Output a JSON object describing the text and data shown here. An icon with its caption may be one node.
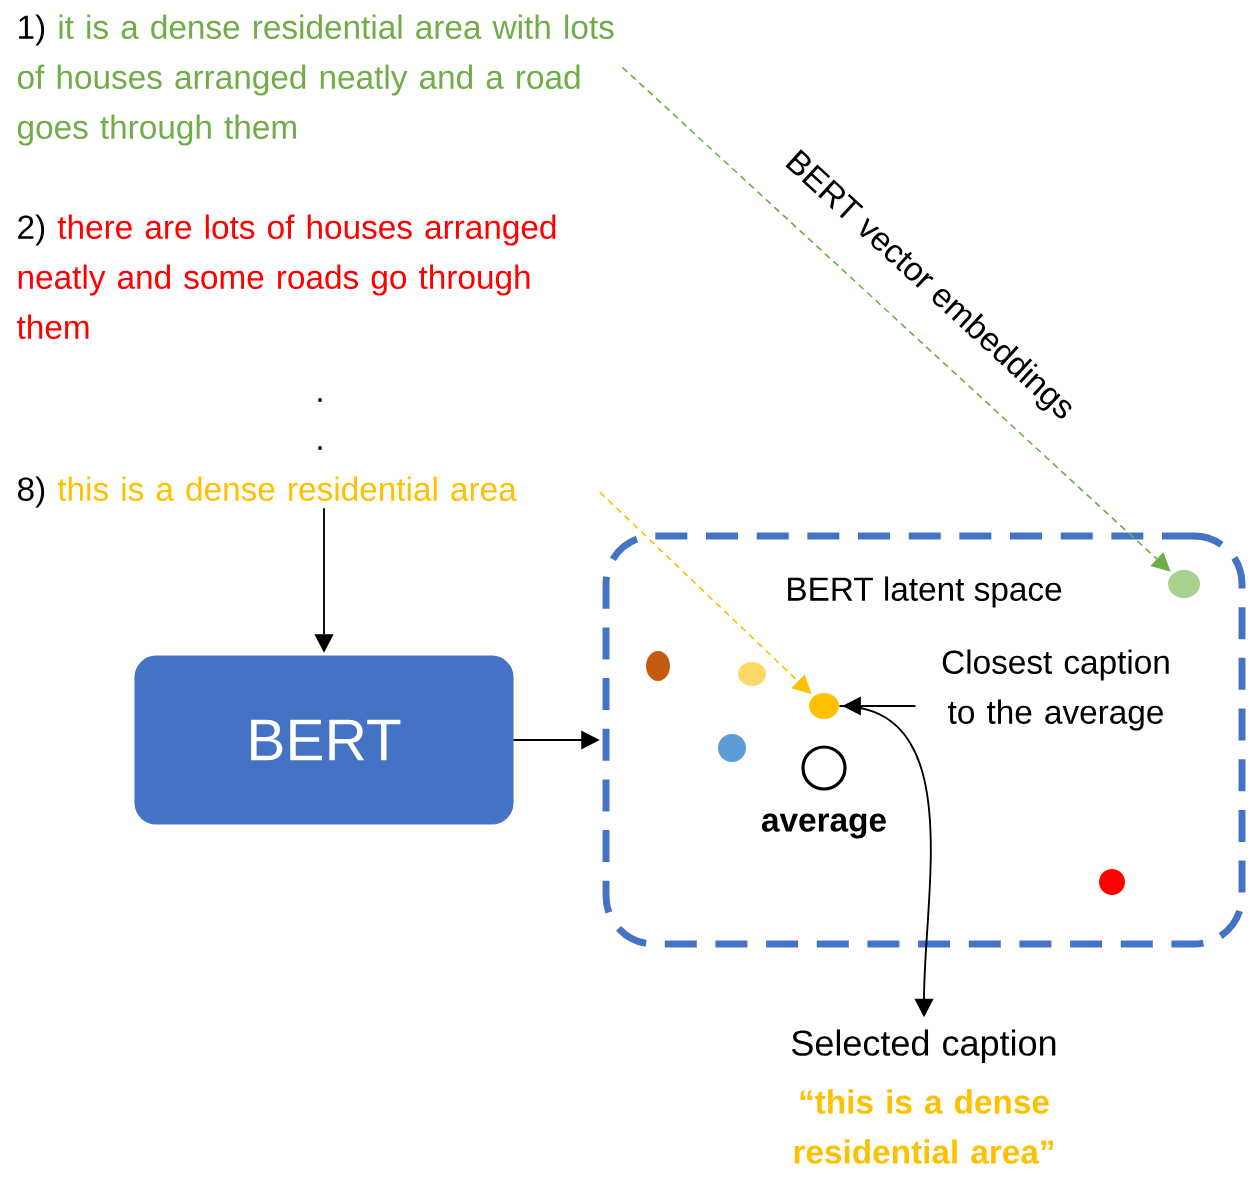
{
  "diagram": {
    "nodes": [
      {
        "text": [
          "1)",
          "it is a dense residential area with lots of houses arranged neatly and a road goes through them"
        ]
      },
      {
        "text": [
          "2)",
          "there are lots of houses arranged neatly and some roads go through them"
        ]
      },
      {
        "text": [
          "8)",
          "this is a dense residential area"
        ]
      },
      {
        "text": [
          "BERT"
        ]
      },
      {
        "text": [
          "BERT latent space"
        ]
      },
      {
        "text": [],
        "shape": "circle",
        "in": 4
      },
      {
        "text": [],
        "shape": "circle",
        "in": 4
      },
      {
        "text": [],
        "shape": "circle",
        "in": 4
      },
      {
        "text": [],
        "shape": "circle",
        "in": 4
      },
      {
        "text": [],
        "shape": "circle",
        "in": 4,
        "beside": [
          "average"
        ]
      },
      {
        "text": [],
        "shape": "circle",
        "in": 4
      },
      {
        "text": [],
        "shape": "circle",
        "in": 4
      },
      {
        "text": [
          "Closest caption to the average"
        ],
        "in": 4
      },
      {
        "text": [
          "Selected caption",
          "“this is a dense residential area”"
        ]
      }
    ],
    "edges": [
      {
        "from": 0,
        "to": 10,
        "arrow": "to",
        "label": "BERT vector embeddings",
        "style": "dashed",
        "color": "#70ad47"
      },
      {
        "from": 2,
        "to": 7,
        "arrow": "to",
        "style": "dashed",
        "color": "#ffc000"
      },
      {
        "from": 2,
        "to": 3,
        "arrow": "to"
      },
      {
        "from": 3,
        "to": 4,
        "arrow": "to"
      },
      {
        "from": 12,
        "to": 7,
        "arrow": "to"
      },
      {
        "from": 7,
        "to": 13,
        "arrow": "to"
      }
    ],
    "labels": [
      ".",
      "."
    ]
  }
}
